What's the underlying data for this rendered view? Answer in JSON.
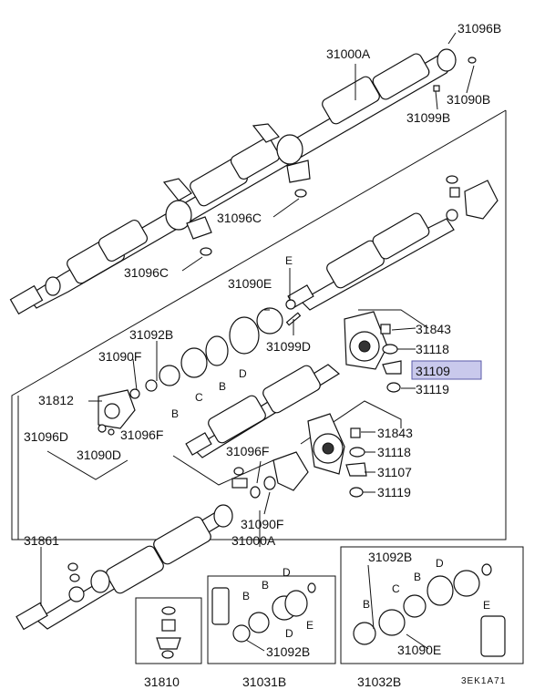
{
  "diagram": {
    "code": "3EK1A71",
    "highlighted_part": "31109",
    "labels": {
      "p31000a_top": "31000A",
      "p31096b": "31096B",
      "p31090b": "31090B",
      "p31099b": "31099B",
      "p31096c_1": "31096C",
      "p31096c_2": "31096C",
      "letter_e_1": "E",
      "p31090e_1": "31090E",
      "p31099d": "31099D",
      "p31092b_1": "31092B",
      "p31090f_1": "31090F",
      "p31843_1": "31843",
      "p31118_1": "31118",
      "p31109": "31109",
      "p31119_1": "31119",
      "p31812": "31812",
      "letter_b_1": "B",
      "letter_c_1": "C",
      "letter_b_2": "B",
      "letter_d_1": "D",
      "p31096d": "31096D",
      "p31096f_1": "31096F",
      "p31090d": "31090D",
      "p31843_2": "31843",
      "p31118_2": "31118",
      "p31107": "31107",
      "p31119_2": "31119",
      "p31096f_2": "31096F",
      "p31090f_2": "31090F",
      "p31861": "31861",
      "p31000a_bottom": "31000A",
      "p31092b_2": "31092B",
      "letter_b_3": "B",
      "letter_d_2": "D",
      "letter_e_2": "E",
      "p31092b_3": "31092B",
      "letter_b_4": "B",
      "letter_c_2": "C",
      "letter_b_5": "B",
      "letter_d_3": "D",
      "letter_e_3": "E",
      "p31090e_2": "31090E",
      "p31810": "31810",
      "p31031b": "31031B",
      "p31032b": "31032B"
    }
  }
}
